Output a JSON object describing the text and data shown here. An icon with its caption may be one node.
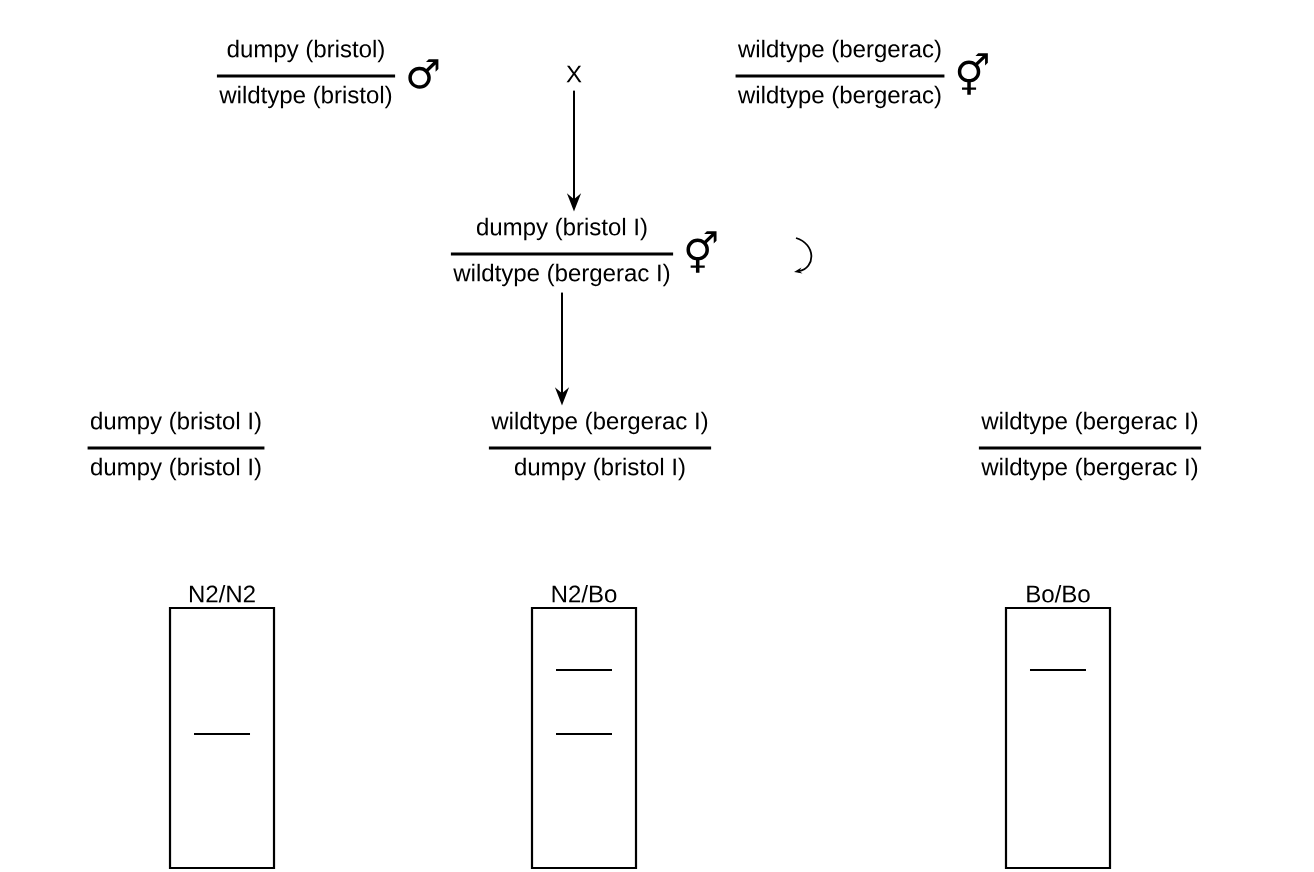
{
  "diagram": {
    "nodes": [
      {
        "text": [
          "dumpy (bristol)",
          "wildtype (bristol)"
        ],
        "beside": [
          "♂"
        ]
      },
      {
        "text": [
          "X"
        ]
      },
      {
        "text": [
          "wildtype (bergerac)",
          "wildtype (bergerac)"
        ],
        "beside": [
          "⚥"
        ]
      },
      {
        "text": [
          "dumpy (bristol I)",
          "wildtype (bergerac I)"
        ],
        "beside": [
          "⚥"
        ]
      },
      {
        "text": [
          "dumpy (bristol I)",
          "dumpy (bristol I)"
        ]
      },
      {
        "text": [
          "wildtype (bergerac I)",
          "dumpy (bristol I)"
        ]
      },
      {
        "text": [
          "wildtype (bergerac I)",
          "wildtype (bergerac I)"
        ]
      },
      {
        "text": [
          "N2/N2"
        ]
      },
      {
        "text": [
          "N2/Bo"
        ]
      },
      {
        "text": [
          "Bo/Bo"
        ]
      }
    ],
    "edges": [
      {
        "from": 1,
        "to": 3,
        "arrow": "to"
      },
      {
        "from": 3,
        "to": 5,
        "arrow": "to"
      }
    ]
  }
}
